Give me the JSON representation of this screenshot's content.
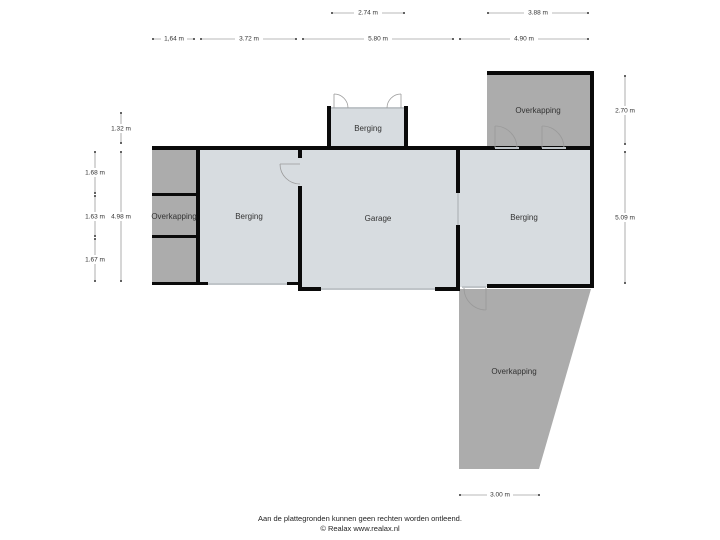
{
  "rooms": {
    "berging_top": "Berging",
    "overkapping_left": "Overkapping",
    "berging_left": "Berging",
    "garage": "Garage",
    "berging_right": "Berging",
    "overkapping_top_right": "Overkapping",
    "overkapping_bottom": "Overkapping"
  },
  "dimensions": {
    "top_row1": [
      "2.74 m",
      "3.88 m"
    ],
    "top_row2": [
      "1,64 m",
      "3.72 m",
      "5.80 m",
      "4.90 m"
    ],
    "left_col_outer": [
      "1.32 m",
      "4.98 m"
    ],
    "left_col_inner": [
      "1.68 m",
      "1.63 m",
      "1.67 m"
    ],
    "right_col": [
      "2.70 m",
      "5.09 m"
    ],
    "bottom": "3.00 m"
  },
  "footer": {
    "disclaimer": "Aan de plattegronden kunnen geen rechten worden ontleend.",
    "copyright": "© Realax www.realax.nl"
  },
  "colors": {
    "interior": "#d7dce0",
    "covered": "#acacac",
    "wall": "#0a0a0a"
  }
}
